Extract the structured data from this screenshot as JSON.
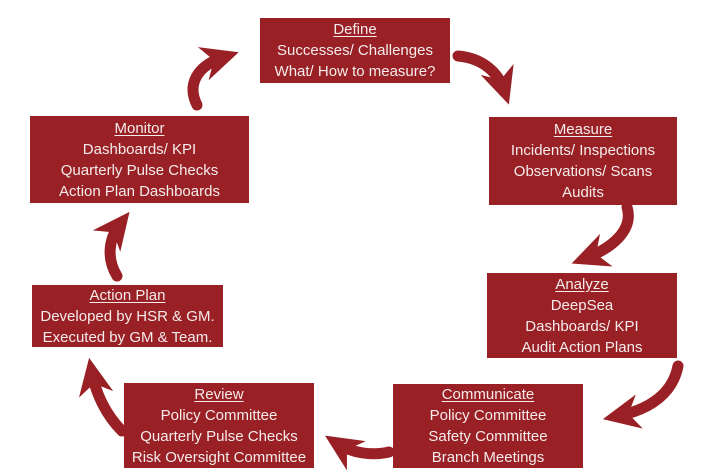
{
  "diagram": {
    "colors": {
      "box": "#992025",
      "text": "#F4ECEC",
      "background": "#FFFFFF"
    },
    "steps": [
      {
        "id": "define",
        "heading": "Define",
        "lines": [
          "Successes/ Challenges",
          "What/ How to measure?"
        ]
      },
      {
        "id": "measure",
        "heading": "Measure",
        "lines": [
          "Incidents/ Inspections",
          "Observations/ Scans",
          "Audits"
        ]
      },
      {
        "id": "analyze",
        "heading": "Analyze",
        "lines": [
          "DeepSea",
          "Dashboards/ KPI",
          "Audit Action Plans"
        ]
      },
      {
        "id": "communicate",
        "heading": "Communicate",
        "lines": [
          "Policy Committee",
          "Safety Committee",
          "Branch Meetings"
        ]
      },
      {
        "id": "review",
        "heading": "Review",
        "lines": [
          "Policy Committee",
          "Quarterly Pulse Checks",
          "Risk Oversight Committee"
        ]
      },
      {
        "id": "action_plan",
        "heading": "Action Plan",
        "lines": [
          "Developed by HSR & GM.",
          "Executed by GM & Team."
        ]
      },
      {
        "id": "monitor",
        "heading": "Monitor",
        "lines": [
          "Dashboards/ KPI",
          "Quarterly Pulse Checks",
          "Action Plan Dashboards"
        ]
      }
    ],
    "arrows": [
      {
        "from": "monitor",
        "to": "define"
      },
      {
        "from": "define",
        "to": "measure"
      },
      {
        "from": "measure",
        "to": "analyze"
      },
      {
        "from": "analyze",
        "to": "communicate"
      },
      {
        "from": "communicate",
        "to": "review"
      },
      {
        "from": "review",
        "to": "action_plan"
      },
      {
        "from": "action_plan",
        "to": "monitor"
      }
    ]
  }
}
